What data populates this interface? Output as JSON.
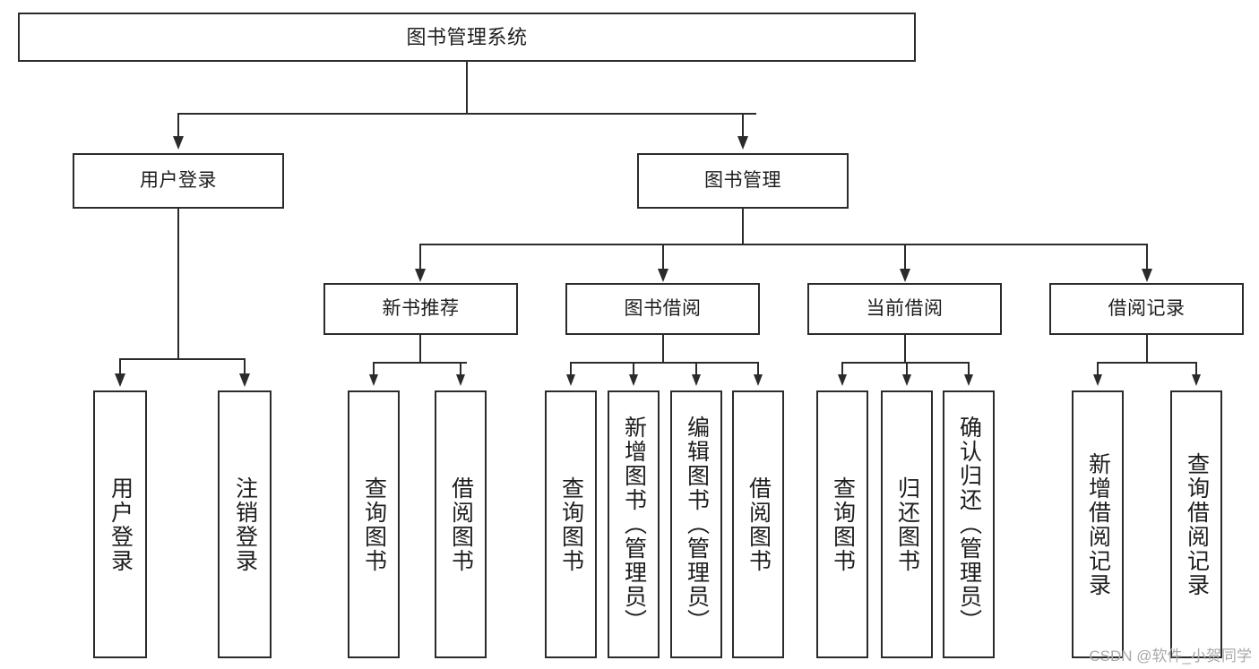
{
  "diagram": {
    "title_box": {
      "label": "图书管理系统"
    },
    "tier2": [
      {
        "id": "user-login",
        "label": "用户登录"
      },
      {
        "id": "book-management",
        "label": "图书管理"
      }
    ],
    "tier3": [
      {
        "id": "new-book-recommend",
        "label": "新书推荐"
      },
      {
        "id": "book-borrow",
        "label": "图书借阅"
      },
      {
        "id": "current-borrow",
        "label": "当前借阅"
      },
      {
        "id": "borrow-record",
        "label": "借阅记录"
      }
    ],
    "leaves": [
      {
        "id": "leaf-user-login",
        "label": "用户登录"
      },
      {
        "id": "leaf-user-logout",
        "label": "注销登录"
      },
      {
        "id": "leaf-query-book-1",
        "label": "查询图书"
      },
      {
        "id": "leaf-borrow-book-1",
        "label": "借阅图书"
      },
      {
        "id": "leaf-query-book-2",
        "label": "查询图书"
      },
      {
        "id": "leaf-add-book-admin",
        "label": "新增图书（管理员）"
      },
      {
        "id": "leaf-edit-book-admin",
        "label": "编辑图书（管理员）"
      },
      {
        "id": "leaf-borrow-book-2",
        "label": "借阅图书"
      },
      {
        "id": "leaf-query-book-3",
        "label": "查询图书"
      },
      {
        "id": "leaf-return-book",
        "label": "归还图书"
      },
      {
        "id": "leaf-confirm-return-admin",
        "label": "确认归还（管理员）"
      },
      {
        "id": "leaf-add-borrow-record",
        "label": "新增借阅记录"
      },
      {
        "id": "leaf-query-borrow-record",
        "label": "查询借阅记录"
      }
    ],
    "watermark": "CSDN @软件_小贺同学",
    "colors": {
      "stroke": "#2b2b2b",
      "background": "#ffffff",
      "text": "#1d1d1d",
      "watermark": "#a9a9a9"
    }
  }
}
